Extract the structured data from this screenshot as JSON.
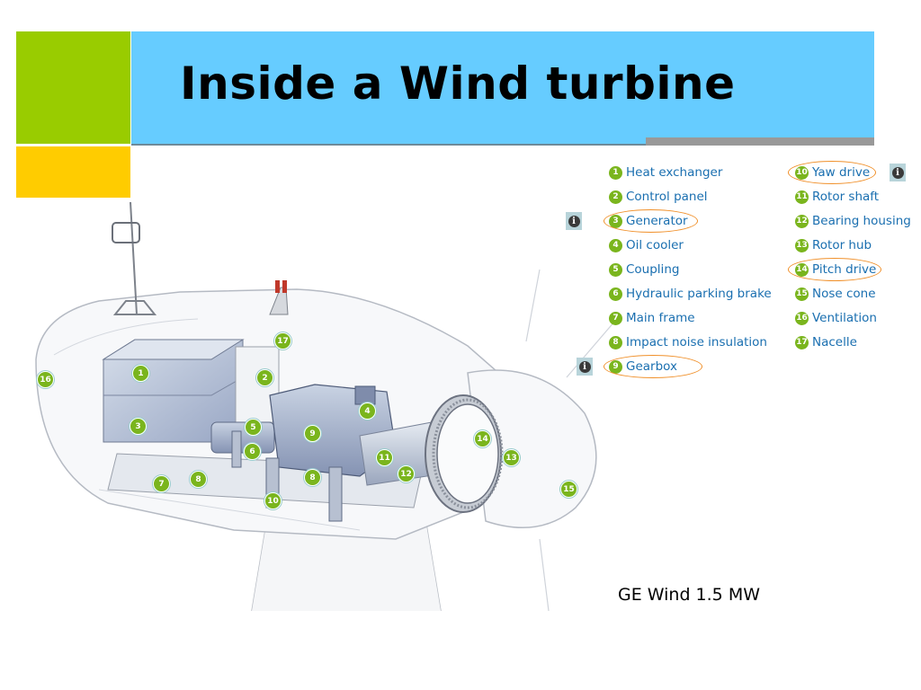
{
  "slide": {
    "title": "Inside a Wind turbine",
    "caption": "GE Wind 1.5 MW"
  },
  "legend": {
    "left_column": [
      {
        "num": "1",
        "label": "Heat exchanger"
      },
      {
        "num": "2",
        "label": "Control panel"
      },
      {
        "num": "3",
        "label": "Generator"
      },
      {
        "num": "4",
        "label": "Oil cooler"
      },
      {
        "num": "5",
        "label": "Coupling"
      },
      {
        "num": "6",
        "label": "Hydraulic parking brake"
      },
      {
        "num": "7",
        "label": "Main frame"
      },
      {
        "num": "8",
        "label": "Impact noise insulation"
      },
      {
        "num": "9",
        "label": "Gearbox"
      }
    ],
    "right_column": [
      {
        "num": "10",
        "label": "Yaw drive"
      },
      {
        "num": "11",
        "label": "Rotor shaft"
      },
      {
        "num": "12",
        "label": "Bearing housing"
      },
      {
        "num": "13",
        "label": "Rotor hub"
      },
      {
        "num": "14",
        "label": "Pitch drive"
      },
      {
        "num": "15",
        "label": "Nose cone"
      },
      {
        "num": "16",
        "label": "Ventilation"
      },
      {
        "num": "17",
        "label": "Nacelle"
      }
    ],
    "info_glyph": "i"
  },
  "callouts": [
    "1",
    "2",
    "3",
    "4",
    "5",
    "6",
    "7",
    "8",
    "8",
    "9",
    "10",
    "11",
    "12",
    "13",
    "14",
    "15",
    "16",
    "17"
  ],
  "colors": {
    "green_square": "#99cc00",
    "yellow_square": "#ffcc00",
    "title_bar": "#66ccff",
    "legend_text": "#1a6fb0",
    "badge_green": "#7ab51d",
    "highlight_circle": "#f0902a"
  }
}
